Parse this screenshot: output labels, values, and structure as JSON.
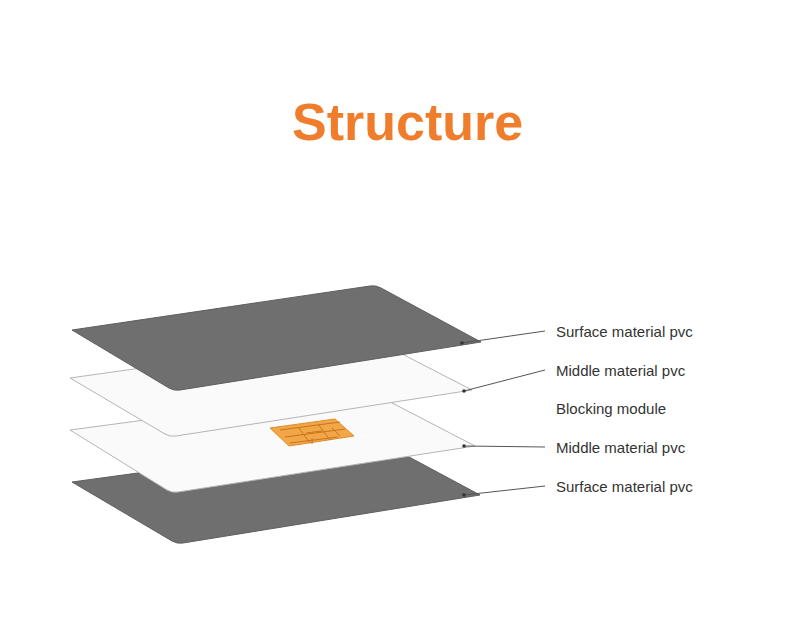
{
  "diagram": {
    "title": "Structure",
    "labels": [
      "Surface material pvc",
      "Middle material pvc",
      "Blocking module",
      "Middle material pvc",
      "Surface material pvc"
    ]
  }
}
